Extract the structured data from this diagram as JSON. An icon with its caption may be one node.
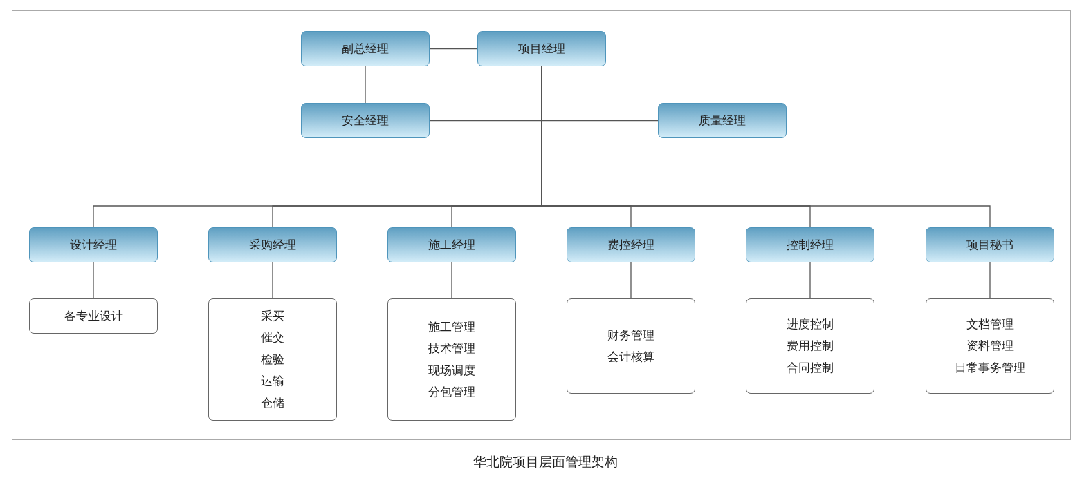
{
  "diagram": {
    "caption": "华北院项目层面管理架构",
    "nodes": [
      {
        "text": [
          "副总经理"
        ]
      },
      {
        "text": [
          "项目经理"
        ]
      },
      {
        "text": [
          "安全经理"
        ]
      },
      {
        "text": [
          "质量经理"
        ]
      },
      {
        "text": [
          "设计经理"
        ]
      },
      {
        "text": [
          "采购经理"
        ]
      },
      {
        "text": [
          "施工经理"
        ]
      },
      {
        "text": [
          "费控经理"
        ]
      },
      {
        "text": [
          "控制经理"
        ]
      },
      {
        "text": [
          "项目秘书"
        ]
      },
      {
        "text": [
          "各专业设计"
        ]
      },
      {
        "text": [
          "采买",
          "催交",
          "检验",
          "运输",
          "仓储"
        ]
      },
      {
        "text": [
          "施工管理",
          "技术管理",
          "现场调度",
          "分包管理"
        ]
      },
      {
        "text": [
          "财务管理",
          "会计核算"
        ]
      },
      {
        "text": [
          "进度控制",
          "费用控制",
          "合同控制"
        ]
      },
      {
        "text": [
          "文档管理",
          "资料管理",
          "日常事务管理"
        ]
      }
    ],
    "edges": [
      {
        "from": 0,
        "to": 1,
        "arrow": "none"
      },
      {
        "from": 0,
        "to": 2,
        "arrow": "none"
      },
      {
        "from": 2,
        "to": 3,
        "arrow": "none"
      },
      {
        "from": 1,
        "to": 4,
        "arrow": "none"
      },
      {
        "from": 1,
        "to": 5,
        "arrow": "none"
      },
      {
        "from": 1,
        "to": 6,
        "arrow": "none"
      },
      {
        "from": 1,
        "to": 7,
        "arrow": "none"
      },
      {
        "from": 1,
        "to": 8,
        "arrow": "none"
      },
      {
        "from": 1,
        "to": 9,
        "arrow": "none"
      },
      {
        "from": 4,
        "to": 10,
        "arrow": "none"
      },
      {
        "from": 5,
        "to": 11,
        "arrow": "none"
      },
      {
        "from": 6,
        "to": 12,
        "arrow": "none"
      },
      {
        "from": 7,
        "to": 13,
        "arrow": "none"
      },
      {
        "from": 8,
        "to": 14,
        "arrow": "none"
      },
      {
        "from": 9,
        "to": 15,
        "arrow": "none"
      }
    ]
  }
}
